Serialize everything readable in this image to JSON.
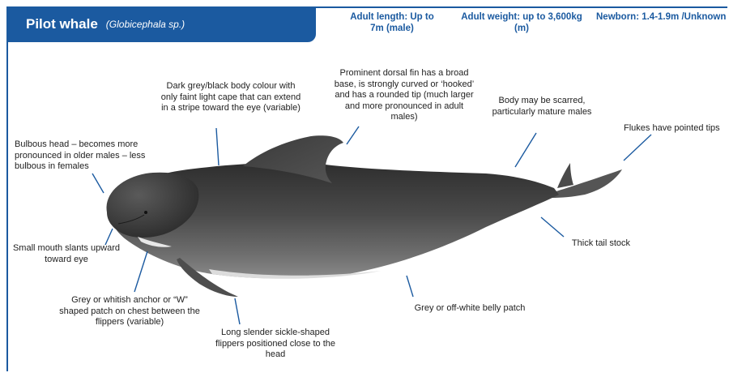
{
  "header": {
    "common_name": "Pilot whale",
    "scientific_name": "(Globicephala sp.)"
  },
  "stats": {
    "adult_length": "Adult length: Up to 7m (male)",
    "adult_weight": "Adult weight: up to 3,600kg (m)",
    "newborn": "Newborn: 1.4-1.9m /Unknown"
  },
  "labels": {
    "head": "Bulbous head – becomes more pronounced in older males – less bulbous in females",
    "colour": "Dark grey/black body colour with only faint light cape that can extend in a stripe toward the eye (variable)",
    "dorsal_fin": "Prominent dorsal fin has a broad base, is strongly curved or ‘hooked’ and has a rounded tip (much larger and more pronounced in adult males)",
    "scarred": "Body may be scarred, particularly mature males",
    "flukes": "Flukes have pointed tips",
    "mouth": "Small mouth slants upward toward eye",
    "chest_patch": "Grey or whitish anchor or “W” shaped patch on chest between the flippers (variable)",
    "flippers": "Long slender sickle-shaped flippers positioned close to the head",
    "belly": "Grey or off-white belly patch",
    "tail_stock": "Thick tail stock"
  },
  "colors": {
    "brand_blue": "#1b5aa0",
    "body_dark": "#3a3a3a",
    "body_light": "#7a7a7a",
    "leader_line": "#1b5aa0"
  }
}
